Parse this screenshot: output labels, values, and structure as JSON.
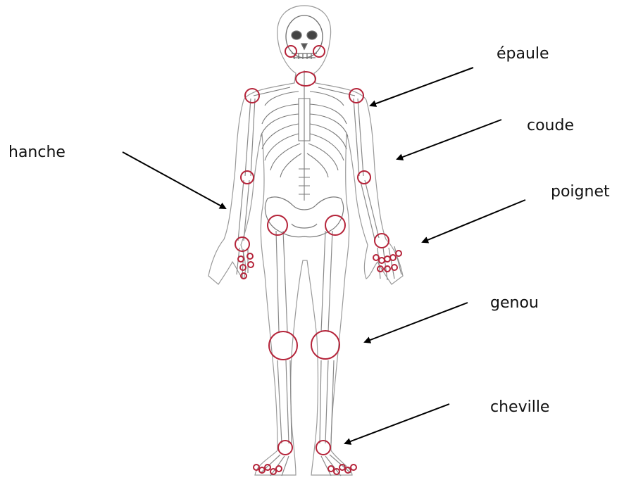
{
  "labels": {
    "epaule": "épaule",
    "coude": "coude",
    "hanche": "hanche",
    "poignet": "poignet",
    "genou": "genou",
    "cheville": "cheville"
  },
  "colors": {
    "joint_circle": "#b5243a",
    "bone_line": "#8a8a8a",
    "arrow": "#000000",
    "background": "#ffffff"
  }
}
